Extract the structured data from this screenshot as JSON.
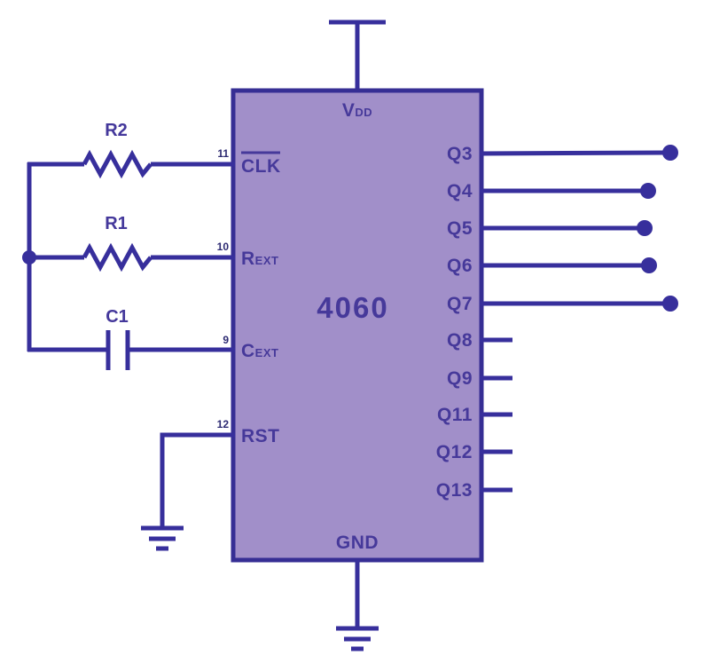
{
  "colors": {
    "background": "#ffffff",
    "wire": "#372f9c",
    "chip_fill": "#a18fc9",
    "chip_border": "#362e94",
    "chip_text": "#46399a",
    "pin_number_text": "#2d2a72",
    "component_label": "#44389b"
  },
  "chip": {
    "part_number": "4060",
    "power_pin": {
      "main": "V",
      "sub": "DD"
    },
    "ground_pin_label": "GND",
    "left_pins": [
      {
        "number": "11",
        "label": "CLK",
        "overline": true
      },
      {
        "number": "10",
        "label_main": "R",
        "label_sub": "EXT"
      },
      {
        "number": "9",
        "label_main": "C",
        "label_sub": "EXT"
      },
      {
        "number": "12",
        "label": "RST"
      }
    ],
    "right_pins": [
      {
        "label": "Q3",
        "connected": true
      },
      {
        "label": "Q4",
        "connected": true
      },
      {
        "label": "Q5",
        "connected": true
      },
      {
        "label": "Q6",
        "connected": true
      },
      {
        "label": "Q7",
        "connected": true
      },
      {
        "label": "Q8",
        "connected": false
      },
      {
        "label": "Q9",
        "connected": false
      },
      {
        "label": "Q11",
        "connected": false
      },
      {
        "label": "Q12",
        "connected": false
      },
      {
        "label": "Q13",
        "connected": false
      }
    ]
  },
  "components": {
    "r2": {
      "ref": "R2",
      "type": "resistor"
    },
    "r1": {
      "ref": "R1",
      "type": "resistor"
    },
    "c1": {
      "ref": "C1",
      "type": "capacitor"
    }
  }
}
